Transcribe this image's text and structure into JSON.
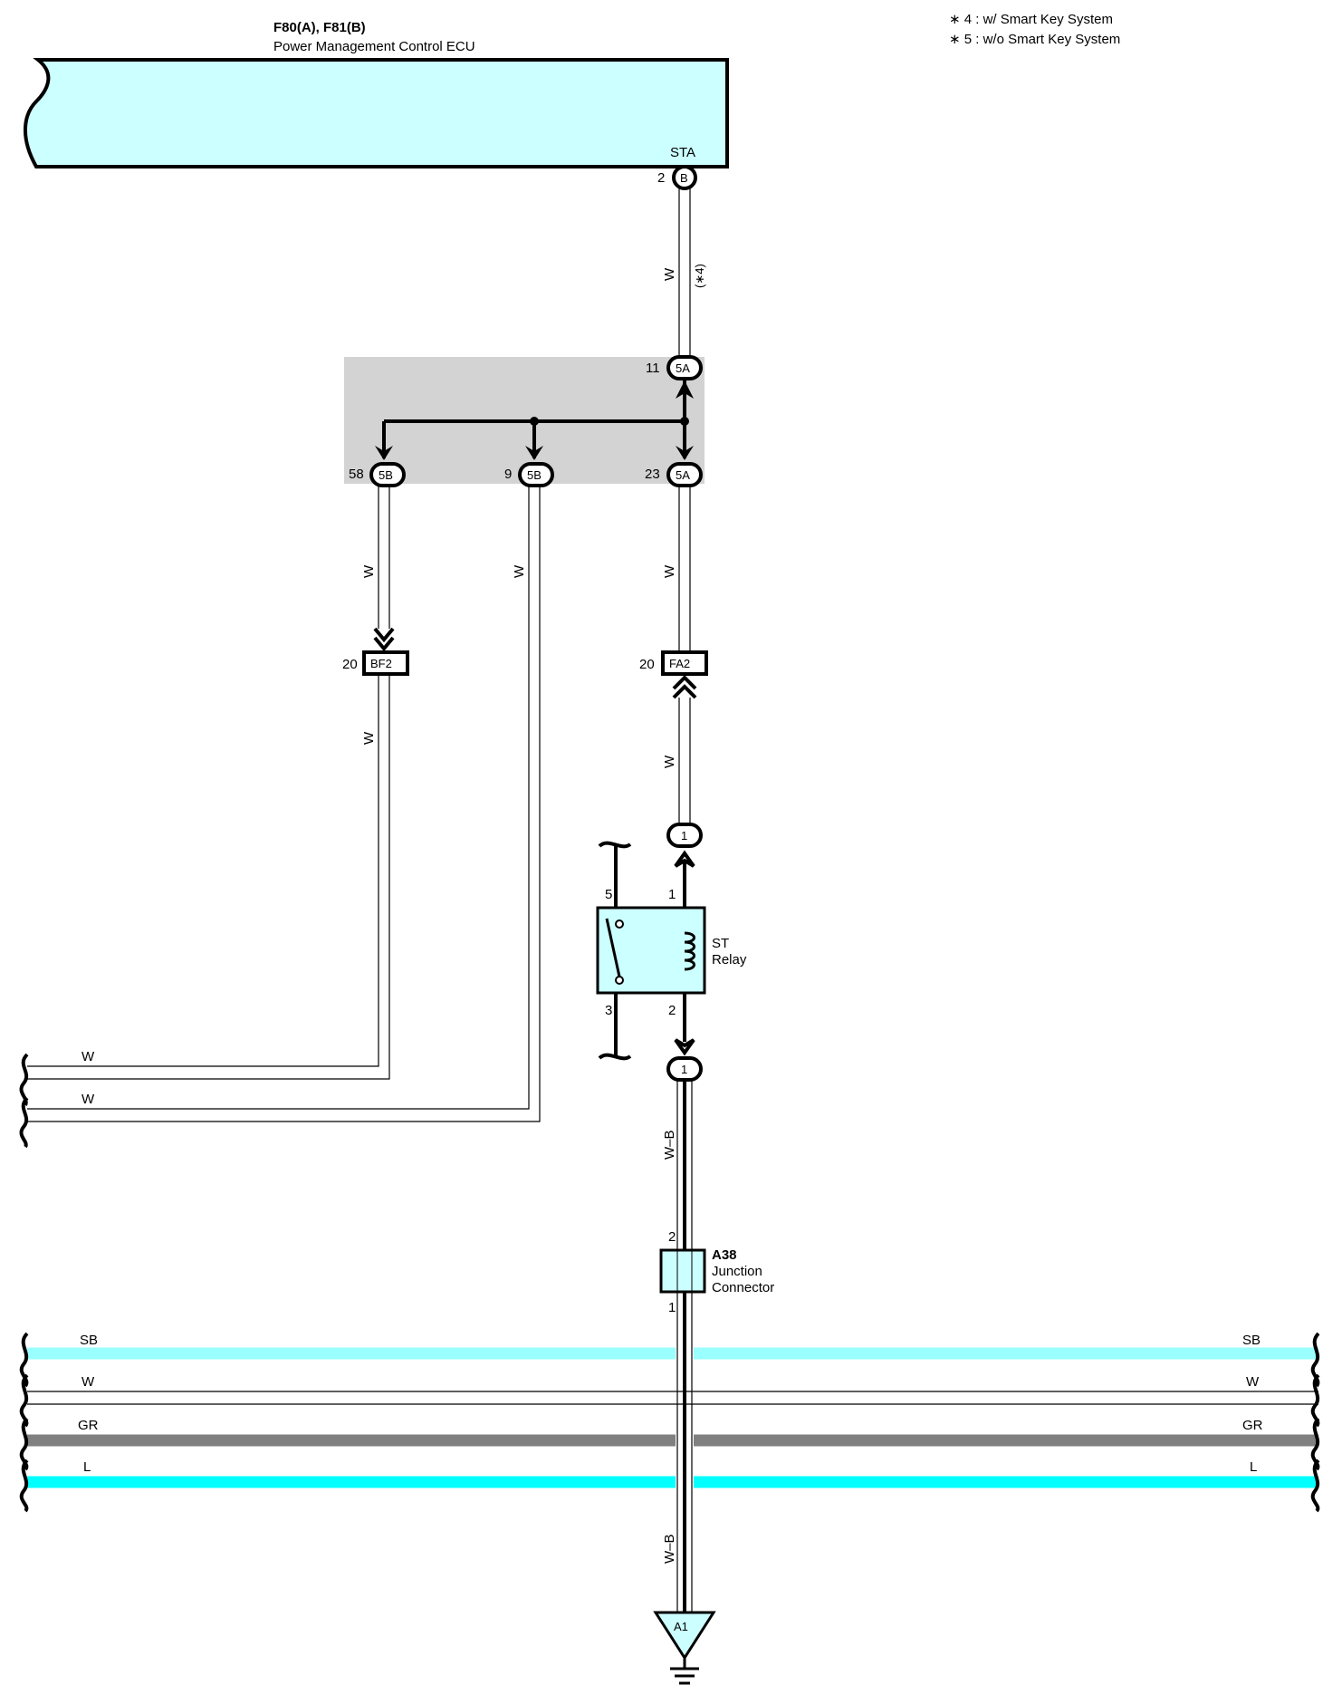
{
  "ecu": {
    "title": "F80(A), F81(B)",
    "subtitle": "Power Management Control ECU",
    "terminal": "STA",
    "pin_number": "2",
    "pin_connector": "B"
  },
  "notes": [
    "∗ 4 : w/ Smart Key System",
    "∗ 5 : w/o Smart Key System"
  ],
  "wire_colors": {
    "w": "W",
    "wb": "W–B",
    "sb": "SB",
    "gr": "GR",
    "l": "L"
  },
  "variant_note": "(∗4)",
  "junction_block": {
    "top": {
      "pin": "11",
      "connector": "5A"
    },
    "outputs": [
      {
        "pin": "58",
        "connector": "5B"
      },
      {
        "pin": "9",
        "connector": "5B"
      },
      {
        "pin": "23",
        "connector": "5A"
      }
    ]
  },
  "connectors": {
    "bf2": {
      "pin": "20",
      "name": "BF2"
    },
    "fa2": {
      "pin": "20",
      "name": "FA2"
    }
  },
  "relay": {
    "name_line1": "ST",
    "name_line2": "Relay",
    "pins": {
      "p5": "5",
      "p1": "1",
      "p3": "3",
      "p2": "2"
    },
    "top_connector": "1",
    "bottom_connector": "1"
  },
  "junction_connector": {
    "id": "A38",
    "name_line1": "Junction",
    "name_line2": "Connector",
    "pin_top": "2",
    "pin_bottom": "1"
  },
  "ground": {
    "id": "A1"
  },
  "colors": {
    "ecu_fill": "#ccffff",
    "junction_block_fill": "#d3d3d3",
    "sb_line": "#99ffff",
    "gr_line": "#808080",
    "l_line": "#00ffff",
    "relay_fill": "#ccffff"
  }
}
